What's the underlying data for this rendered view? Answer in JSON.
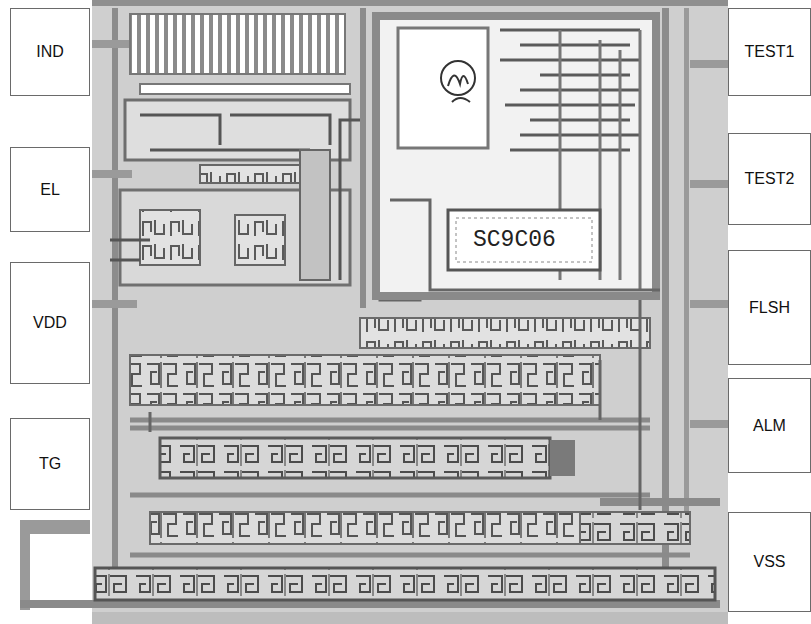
{
  "diagram": {
    "nodes": [
      {
        "text": [
          "IND"
        ]
      },
      {
        "text": [
          "EL"
        ]
      },
      {
        "text": [
          "VDD"
        ]
      },
      {
        "text": [
          "TG"
        ]
      },
      {
        "text": [
          "TEST1"
        ]
      },
      {
        "text": [
          "TEST2"
        ]
      },
      {
        "text": [
          "FLSH"
        ]
      },
      {
        "text": [
          "ALM"
        ]
      },
      {
        "text": [
          "VSS"
        ]
      }
    ],
    "labels": [
      "SC9C06"
    ]
  }
}
